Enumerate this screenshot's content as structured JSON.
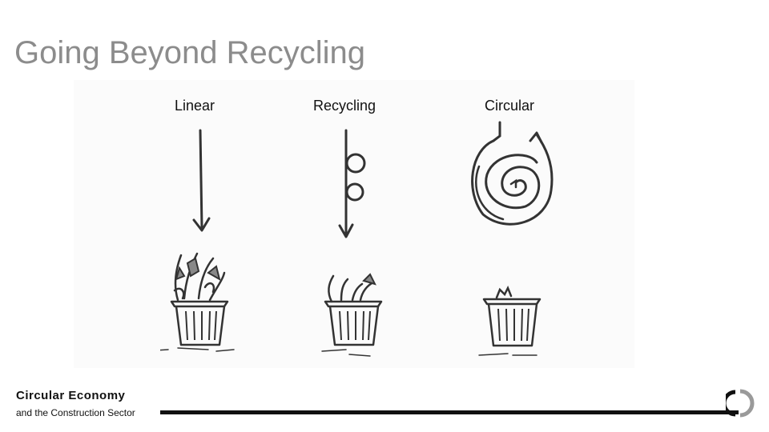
{
  "slide": {
    "title": "Going Beyond Recycling",
    "columns": [
      {
        "label": "Linear"
      },
      {
        "label": "Recycling"
      },
      {
        "label": "Circular"
      }
    ]
  },
  "footer": {
    "title": "Circular Economy",
    "subtitle": "and the Construction Sector"
  },
  "icons": {
    "linear": "down-arrow-icon",
    "recycling": "looped-arrow-icon",
    "circular": "spiral-arrow-icon",
    "bin": "trash-bin-icon",
    "logo": "circular-logo-icon"
  }
}
